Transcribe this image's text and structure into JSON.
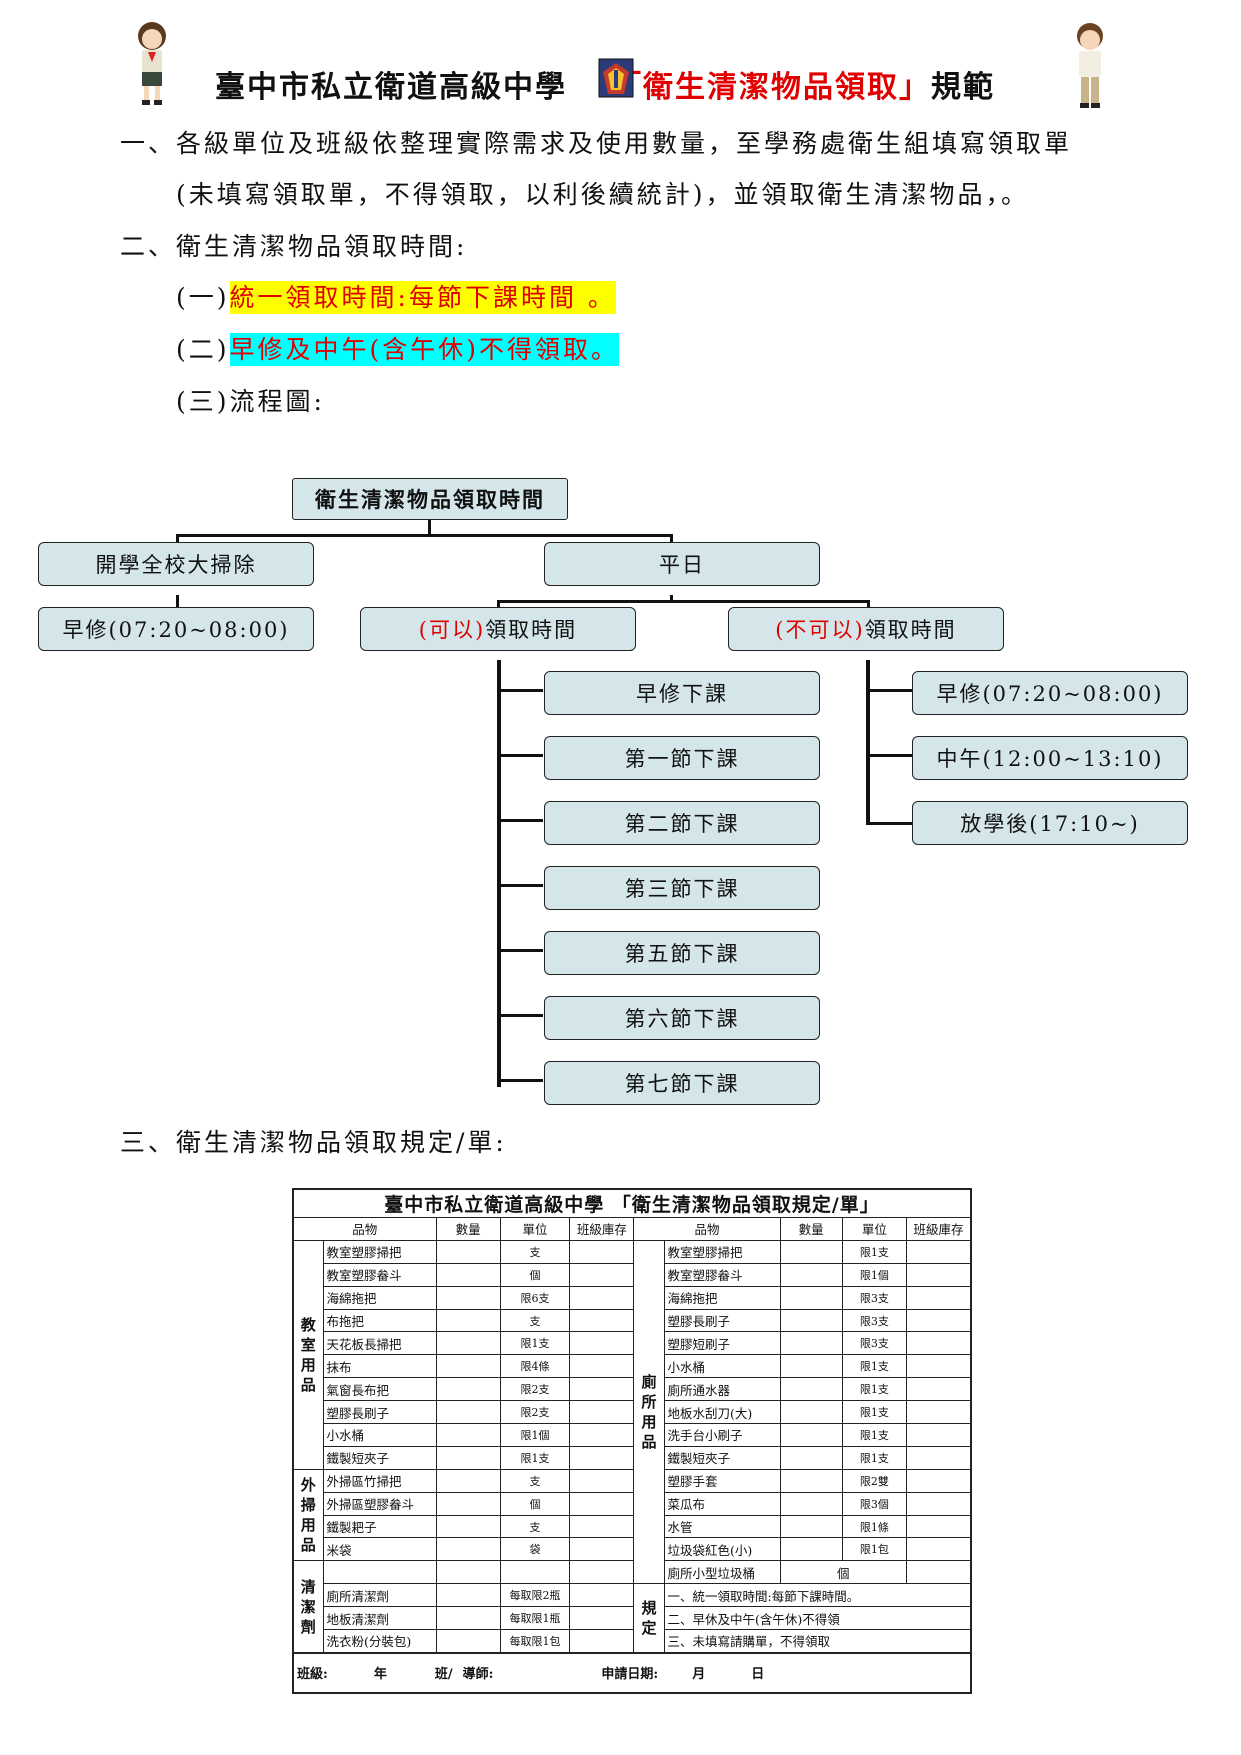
{
  "header": {
    "school": "臺中市私立衛道高級中學",
    "title_red": "「衛生清潔物品領取」",
    "title_tail": "規範"
  },
  "section1": {
    "line1": "一、各級單位及班級依整理實際需求及使用數量，至學務處衛生組填寫領取單",
    "line2": "(未填寫領取單，不得領取，以利後續統計)，並領取衛生清潔物品，。"
  },
  "section2": {
    "heading": "二、衛生清潔物品領取時間:",
    "item1_prefix": "(一)",
    "item1_text": "統一領取時間:每節下課時間 。",
    "item2_prefix": "(二)",
    "item2_text": "早修及中午(含午休)不得領取。",
    "item3": "(三)流程圖:"
  },
  "flowchart": {
    "root": "衛生清潔物品領取時間",
    "branch_a": "開學全校大掃除",
    "branch_a_child": "早修(07:20~08:00)",
    "branch_b": "平日",
    "can_red": "(可以)",
    "can_tail": "領取時間",
    "cannot_red": "(不可以)",
    "cannot_tail": "領取時間",
    "can_list": [
      "早修下課",
      "第一節下課",
      "第二節下課",
      "第三節下課",
      "第五節下課",
      "第六節下課",
      "第七節下課"
    ],
    "cannot_list": [
      "早修(07:20~08:00)",
      "中午(12:00~13:10)",
      "放學後(17:10~)"
    ]
  },
  "section3": {
    "heading": "三、衛生清潔物品領取規定/單:"
  },
  "form": {
    "title": "臺中市私立衛道高級中學 「衛生清潔物品領取規定/單」",
    "columns": [
      "品物",
      "數量",
      "單位",
      "班級庫存",
      "品物",
      "數量",
      "單位",
      "班級庫存"
    ],
    "categories": {
      "classroom": "教室用品",
      "outdoor": "外掃用品",
      "cleaner": "清潔劑",
      "restroom": "廁所用品",
      "rules": "規定"
    },
    "left_rows": [
      {
        "item": "教室塑膠掃把",
        "unit": "支"
      },
      {
        "item": "教室塑膠畚斗",
        "unit": "個"
      },
      {
        "item": "海綿拖把",
        "unit": "限6支"
      },
      {
        "item": "布拖把",
        "unit": "支"
      },
      {
        "item": "天花板長掃把",
        "unit": "限1支"
      },
      {
        "item": "抹布",
        "unit": "限4條"
      },
      {
        "item": "氣窗長布把",
        "unit": "限2支"
      },
      {
        "item": "塑膠長刷子",
        "unit": "限2支"
      },
      {
        "item": "小水桶",
        "unit": "限1個"
      },
      {
        "item": "鐵製短夾子",
        "unit": "限1支"
      },
      {
        "item": "外掃區竹掃把",
        "unit": "支"
      },
      {
        "item": "外掃區塑膠畚斗",
        "unit": "個"
      },
      {
        "item": "鐵製耙子",
        "unit": "支"
      },
      {
        "item": "米袋",
        "unit": "袋"
      },
      {
        "item": "",
        "unit": ""
      },
      {
        "item": "廁所清潔劑",
        "unit": "每取限2瓶"
      },
      {
        "item": "地板清潔劑",
        "unit": "每取限1瓶"
      },
      {
        "item": "洗衣粉(分裝包)",
        "unit": "每取限1包"
      }
    ],
    "right_rows": [
      {
        "item": "教室塑膠掃把",
        "unit": "限1支"
      },
      {
        "item": "教室塑膠畚斗",
        "unit": "限1個"
      },
      {
        "item": "海綿拖把",
        "unit": "限3支"
      },
      {
        "item": "塑膠長刷子",
        "unit": "限3支"
      },
      {
        "item": "塑膠短刷子",
        "unit": "限3支"
      },
      {
        "item": "小水桶",
        "unit": "限1支"
      },
      {
        "item": "廁所通水器",
        "unit": "限1支"
      },
      {
        "item": "地板水刮刀(大)",
        "unit": "限1支"
      },
      {
        "item": "洗手台小刷子",
        "unit": "限1支"
      },
      {
        "item": "鐵製短夾子",
        "unit": "限1支"
      },
      {
        "item": "塑膠手套",
        "unit": "限2雙"
      },
      {
        "item": "菜瓜布",
        "unit": "限3個"
      },
      {
        "item": "水管",
        "unit": "限1條"
      },
      {
        "item": "垃圾袋紅色(小)",
        "unit": "限1包"
      },
      {
        "item": "廁所小型垃圾桶",
        "unit": "個"
      }
    ],
    "rules": [
      "一、統一領取時間:每節下課時間。",
      "二、早休及中午(含午休)不得領",
      "三、未填寫請購單，不得領取"
    ],
    "footer": {
      "class": "班級:",
      "grade": "年",
      "cls": "班/",
      "teacher": "導師:",
      "date": "申請日期:",
      "month": "月",
      "day": "日"
    }
  }
}
